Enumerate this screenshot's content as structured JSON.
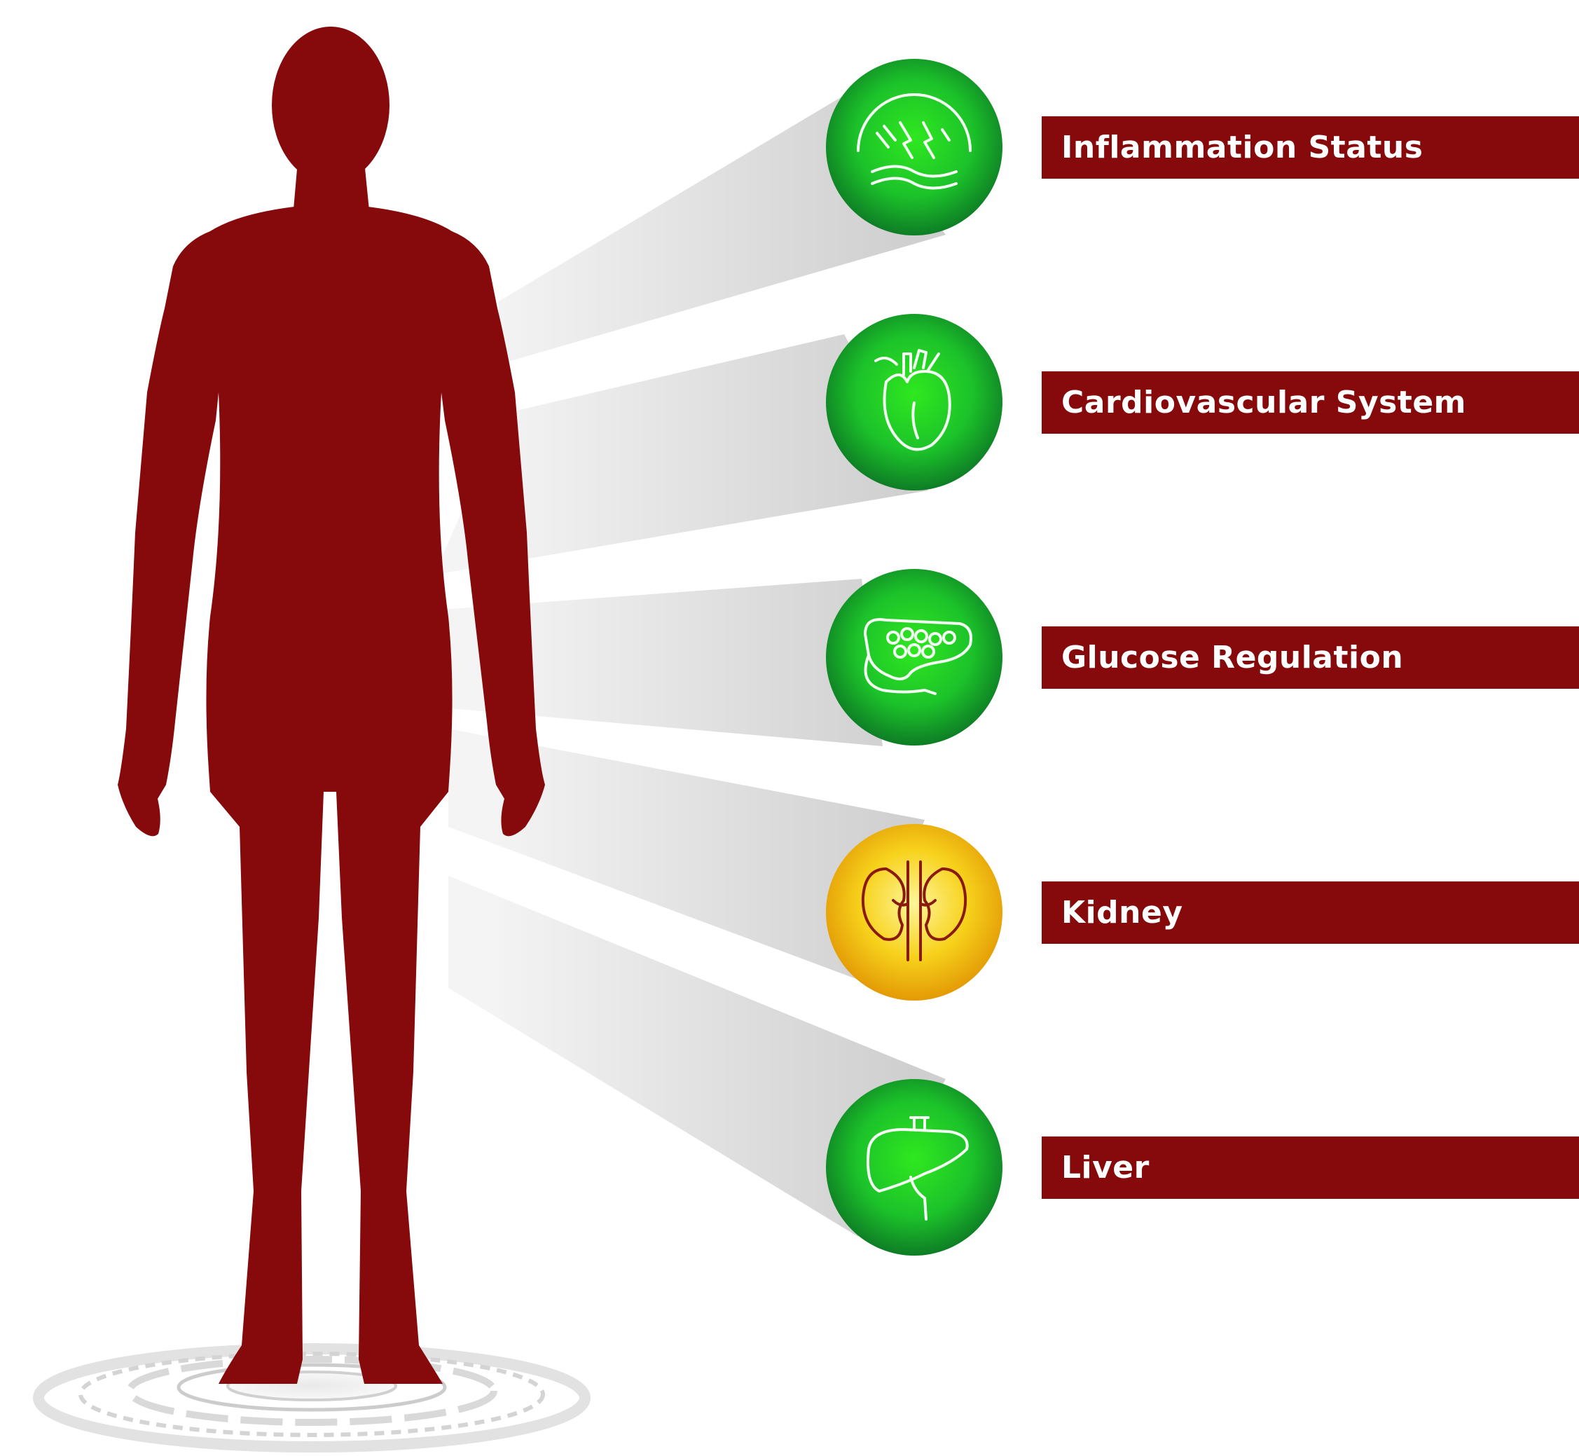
{
  "figure": {
    "silhouette_color": "#860a0b",
    "beam_color": "#d9d9d9",
    "items": [
      {
        "id": "inflammation",
        "label": "Inflammation Status",
        "icon": "inflammation-icon",
        "status": "green",
        "color": "#1fb833"
      },
      {
        "id": "cardiovascular",
        "label": "Cardiovascular System",
        "icon": "heart-icon",
        "status": "green",
        "color": "#1fb833"
      },
      {
        "id": "glucose",
        "label": "Glucose Regulation",
        "icon": "pancreas-icon",
        "status": "green",
        "color": "#1fb833"
      },
      {
        "id": "kidney",
        "label": "Kidney",
        "icon": "kidney-icon",
        "status": "yellow",
        "color": "#f5c518"
      },
      {
        "id": "liver",
        "label": "Liver",
        "icon": "liver-icon",
        "status": "green",
        "color": "#1fb833"
      }
    ]
  }
}
